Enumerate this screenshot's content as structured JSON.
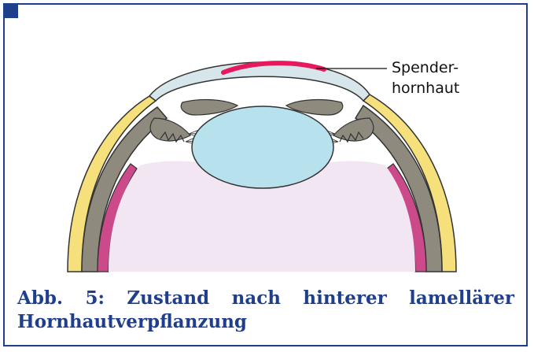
{
  "figure": {
    "label_lines": [
      "Spender-",
      "hornhaut"
    ],
    "caption": "Abb. 5: Zustand nach hinterer lamellärer Hornhautverpflanzung"
  },
  "colors": {
    "frame_blue": "#1f3e8c",
    "sclera_yellow": "#f5e07c",
    "choroid_gray": "#8f8a7e",
    "retina_pink": "#cc4a8a",
    "cornea_gray_blue": "#d7e6ea",
    "donor_cornea_red": "#e5195b",
    "lens_blue": "#b8e1ee",
    "vitreous_lilac": "#f2e6f2"
  }
}
